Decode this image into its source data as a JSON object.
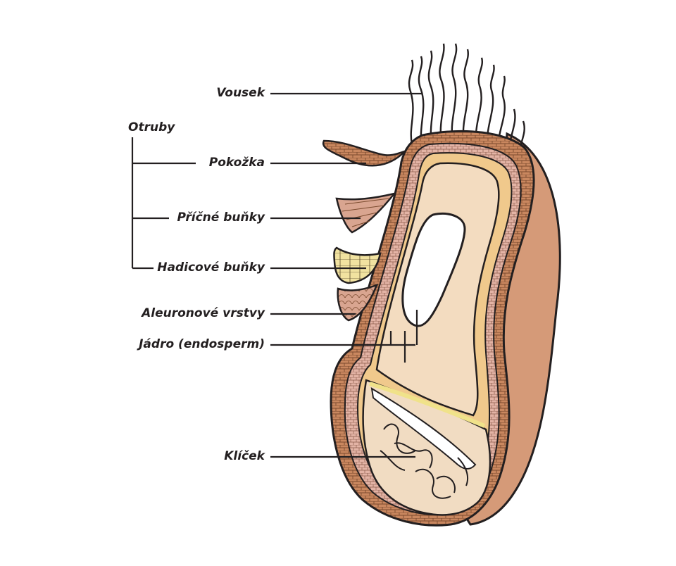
{
  "labels": {
    "vousek": "Vousek",
    "otruby": "Otruby",
    "pokozka": "Pokožka",
    "pricne_bunky": "Příčné buňky",
    "hadicove_bunky": "Hadicové buňky",
    "aleuronove_vrstvy": "Aleuronové vrstvy",
    "jadro": "Jádro (endosperm)",
    "klicek": "Klíček"
  },
  "colors": {
    "outline": "#231f20",
    "outer_coat": "#c9875f",
    "back_side": "#d59a78",
    "pink_layer": "#e3b3a5",
    "aleurone": "#f0c98c",
    "endosperm": "#f3dcc0",
    "germ": "#f1dcc2",
    "tube_cells": "#f1e2a0",
    "cavity": "#ffffff"
  }
}
